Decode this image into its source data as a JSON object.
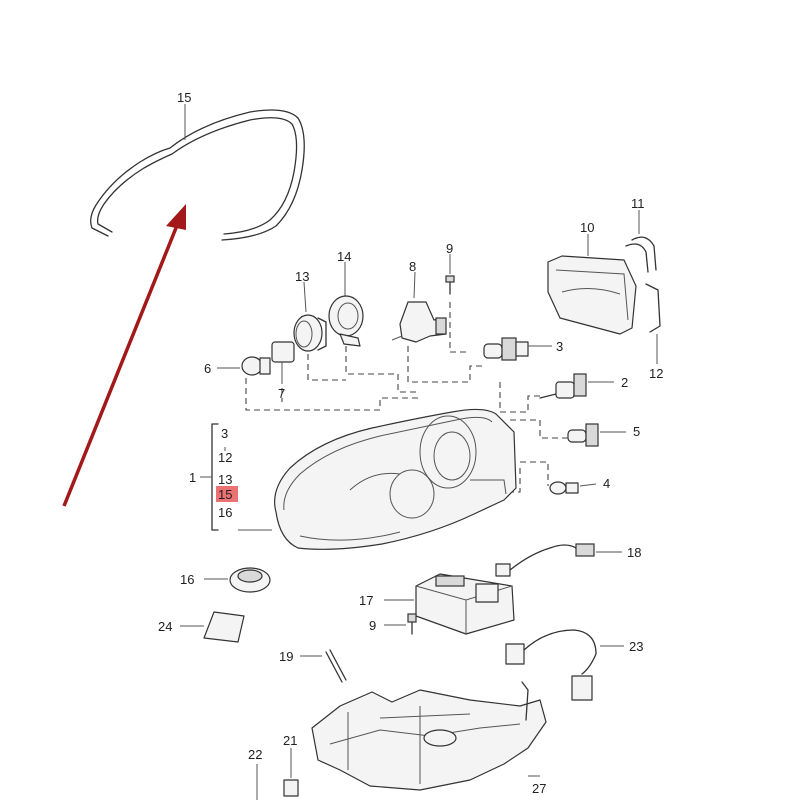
{
  "diagram": {
    "labels": {
      "p1": "1",
      "p2": "2",
      "p3": "3",
      "p4": "4",
      "p5": "5",
      "p6": "6",
      "p7": "7",
      "p8": "8",
      "p9a": "9",
      "p9b": "9",
      "p10": "10",
      "p11": "11",
      "p12": "12",
      "p13": "13",
      "p14": "14",
      "p15": "15",
      "p16": "16",
      "p17": "17",
      "p18": "18",
      "p19": "19",
      "p21": "21",
      "p22": "22",
      "p23": "23",
      "p24": "24",
      "p27": "27"
    },
    "bracket_list": [
      "3",
      "12",
      "13",
      "15",
      "16"
    ],
    "highlighted_item": "15",
    "colors": {
      "line": "#333333",
      "highlight": "#e8585a",
      "arrow": "#a31818"
    }
  }
}
